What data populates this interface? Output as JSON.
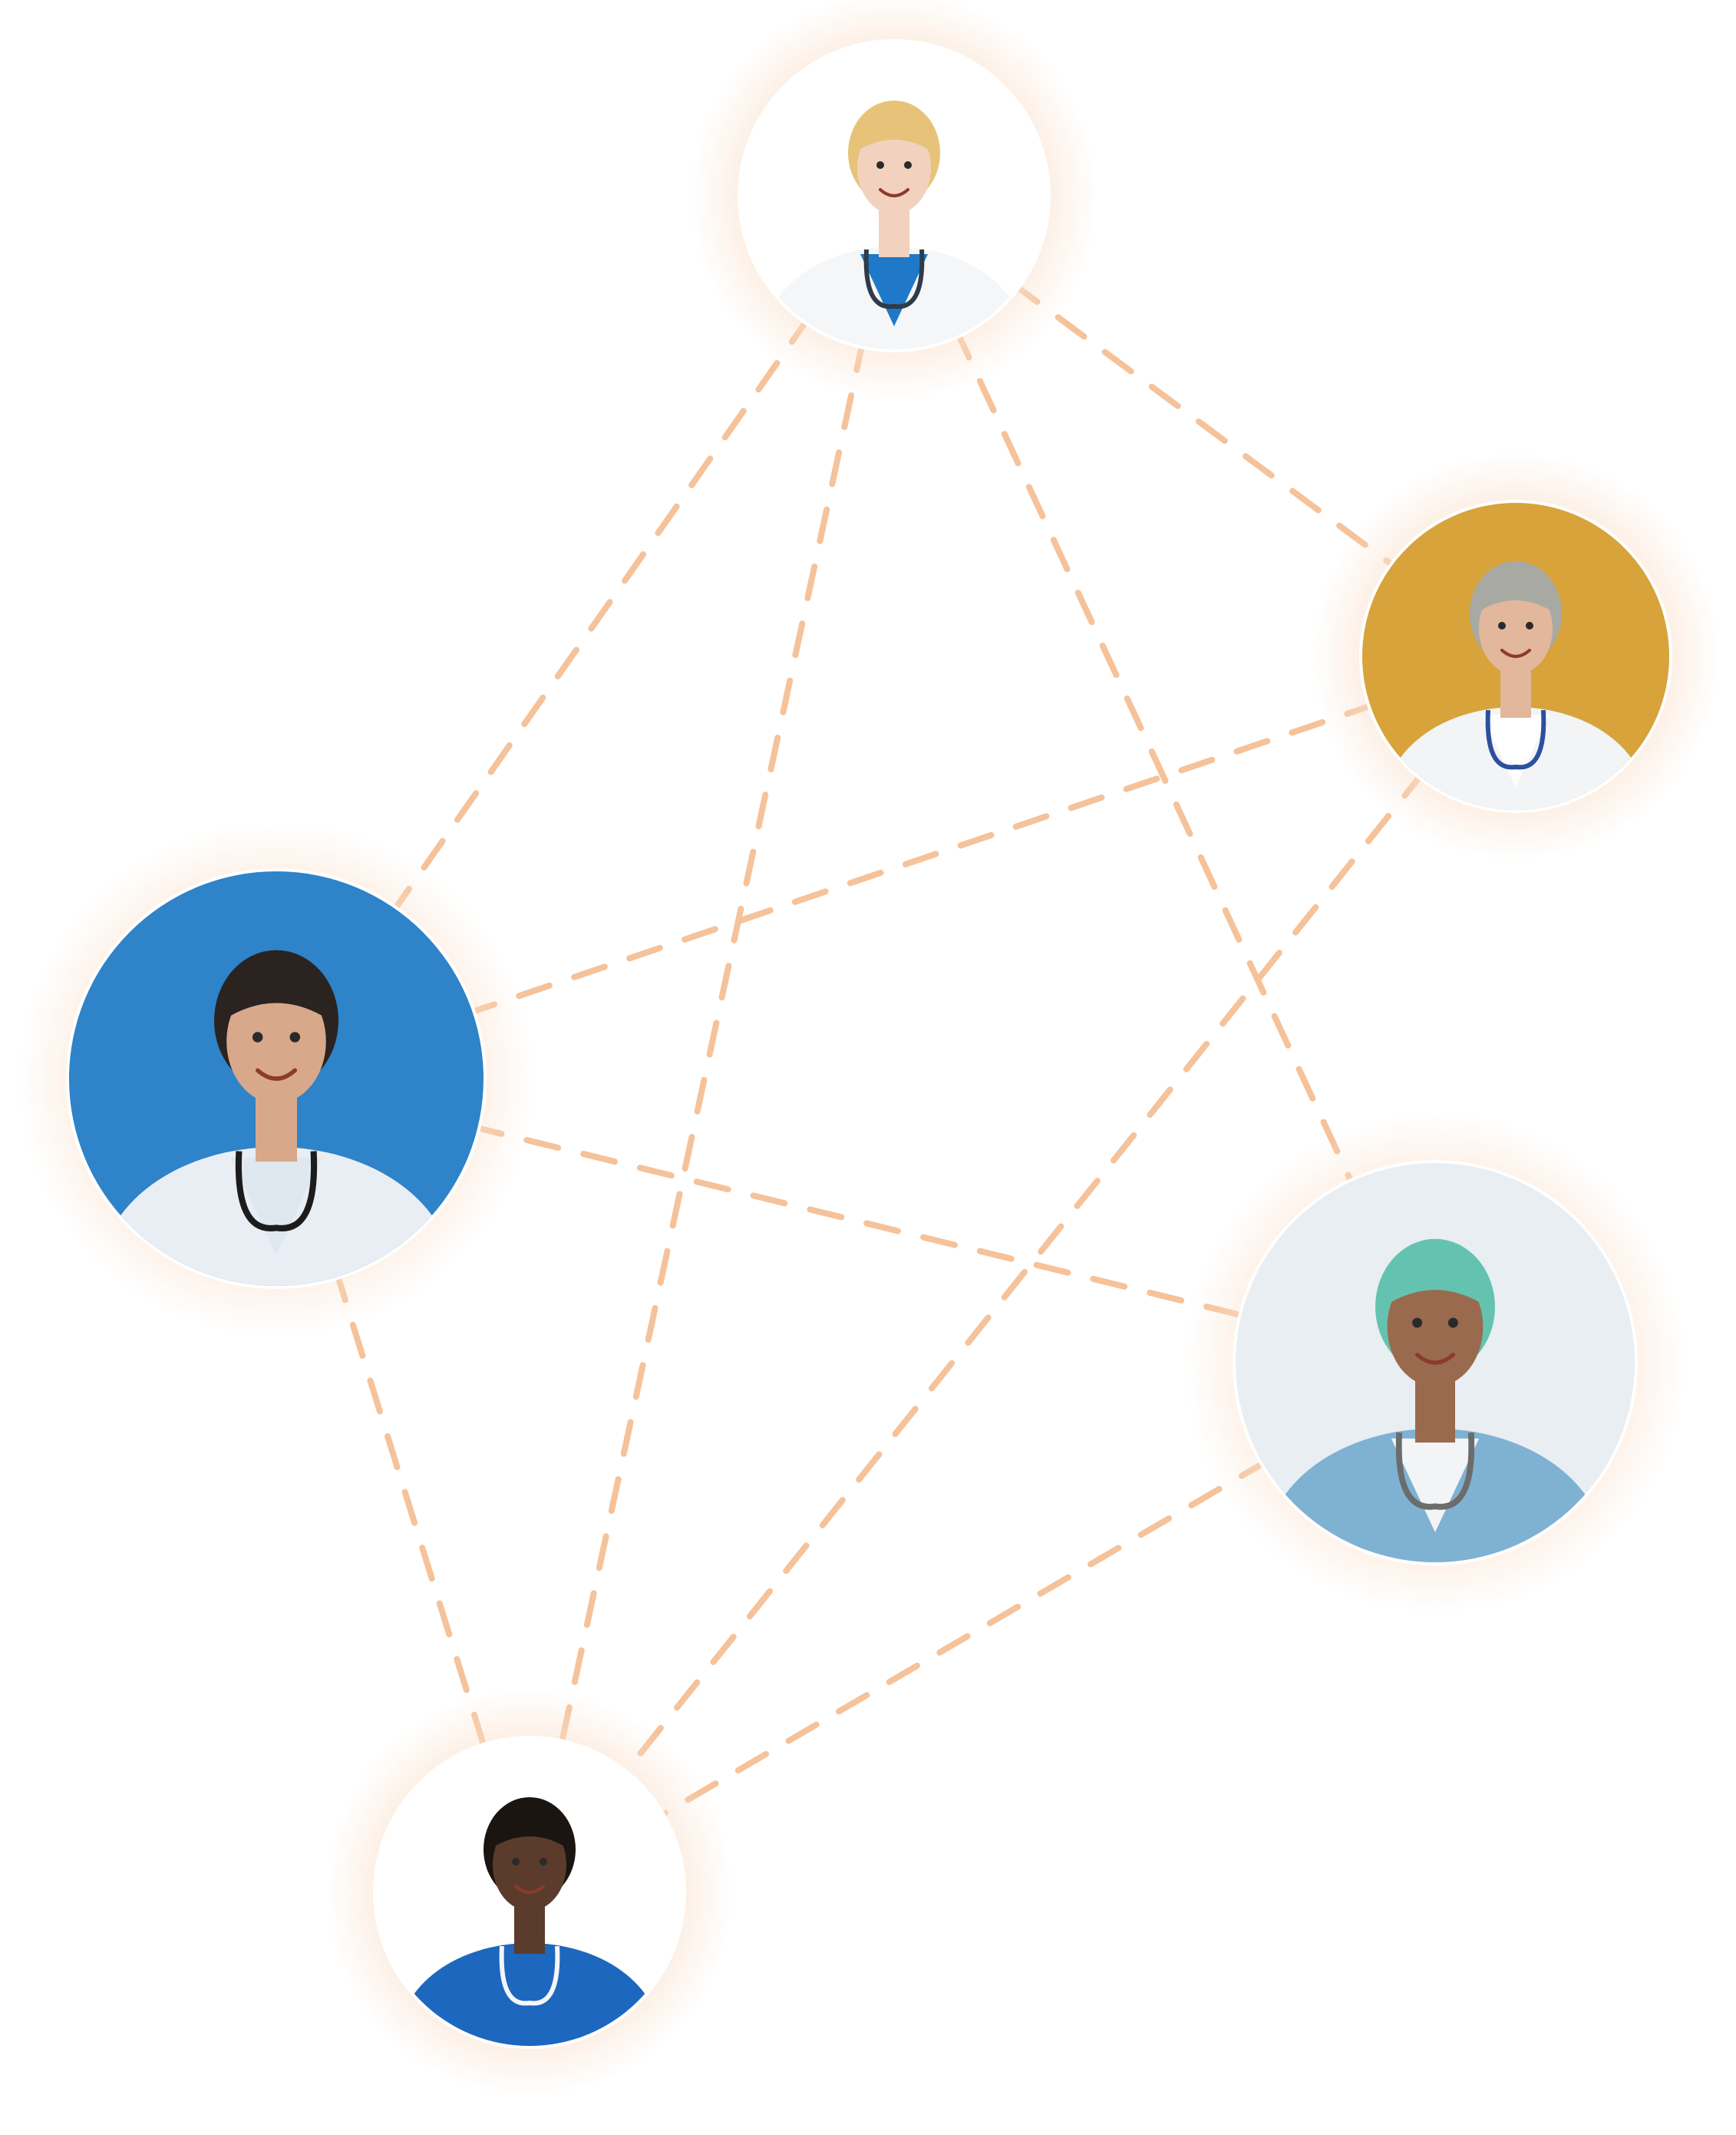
{
  "theme": {
    "edge_color": "#f5c29a",
    "glow_color": "#fbe3cf",
    "background": "#ffffff"
  },
  "nodes": [
    {
      "id": "female-doctor",
      "icon": "doctor-avatar-icon",
      "palette": {
        "bg": "#ffffff",
        "hair": "#e7c37a",
        "skin": "#f2d2bf",
        "coat": "#f4f6f8",
        "shirt": "#1f79c8",
        "accent": "#2f3b4a"
      }
    },
    {
      "id": "lab-doctor",
      "icon": "doctor-avatar-icon",
      "palette": {
        "bg": "#d7a33a",
        "hair": "#a9a9a4",
        "skin": "#e3b79c",
        "coat": "#f2f4f6",
        "shirt": "#ffffff",
        "accent": "#2c4f9e"
      }
    },
    {
      "id": "dentist",
      "icon": "doctor-avatar-icon",
      "palette": {
        "bg": "#2e83c9",
        "hair": "#2a2320",
        "skin": "#d8a88a",
        "coat": "#e9eef4",
        "shirt": "#dfe7ef",
        "accent": "#1c1c1c"
      }
    },
    {
      "id": "surgeon",
      "icon": "doctor-avatar-icon",
      "palette": {
        "bg": "#e9eef2",
        "hair": "#64c3b0",
        "skin": "#9a6a4e",
        "coat": "#7fb1d3",
        "shirt": "#f2f4f5",
        "accent": "#6c6c6c"
      }
    },
    {
      "id": "nurse",
      "icon": "doctor-avatar-icon",
      "palette": {
        "bg": "#ffffff",
        "hair": "#1b1512",
        "skin": "#5b3b2b",
        "coat": "#1d67bf",
        "shirt": "#1d67bf",
        "accent": "#f4f6f8"
      }
    }
  ],
  "edges": [
    {
      "from": "female-doctor",
      "to": "lab-doctor"
    },
    {
      "from": "female-doctor",
      "to": "dentist"
    },
    {
      "from": "female-doctor",
      "to": "surgeon"
    },
    {
      "from": "female-doctor",
      "to": "nurse"
    },
    {
      "from": "lab-doctor",
      "to": "dentist"
    },
    {
      "from": "lab-doctor",
      "to": "nurse"
    },
    {
      "from": "dentist",
      "to": "surgeon"
    },
    {
      "from": "dentist",
      "to": "nurse"
    },
    {
      "from": "surgeon",
      "to": "nurse"
    }
  ]
}
